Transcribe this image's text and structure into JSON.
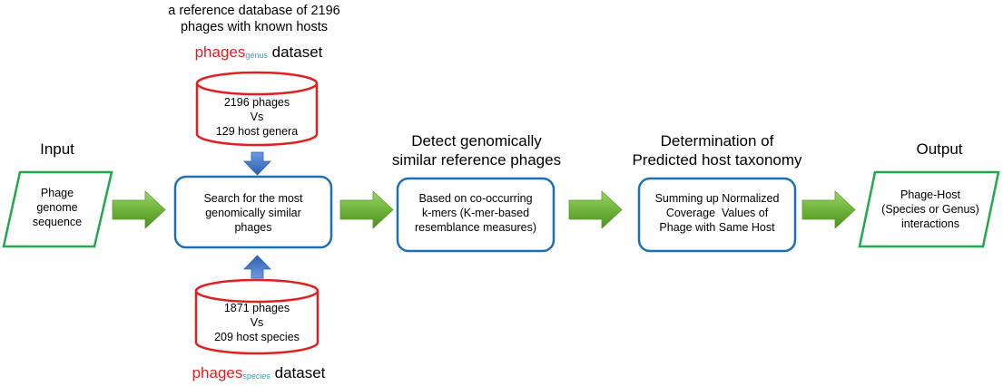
{
  "reference_note": {
    "line1": "a reference database of 2196",
    "line2": "phages with known hosts"
  },
  "genus_dataset": {
    "name": "phages",
    "subscript": "genus",
    "suffix": " dataset",
    "line1": "2196 phages",
    "line2": "Vs",
    "line3": "129 host genera"
  },
  "species_dataset": {
    "name": "phages",
    "subscript": "species",
    "suffix": " dataset",
    "line1": "1871 phages",
    "line2": "Vs",
    "line3": "209 host species"
  },
  "input": {
    "heading": "Input",
    "line1": "Phage",
    "line2": "genome",
    "line3": "sequence"
  },
  "search": {
    "line1": "Search for the most",
    "line2": "genomically similar",
    "line3": "phages"
  },
  "detect": {
    "heading1": "Detect genomically",
    "heading2": "similar reference phages",
    "line1": "Based on co-occurring",
    "line2": "k-mers (K-mer-based",
    "line3": "resemblance measures)"
  },
  "determination": {
    "heading1": "Determination of",
    "heading2": "Predicted host taxonomy",
    "line1": "Summing up Normalized",
    "line2": "Coverage  Values of",
    "line3": "Phage with Same Host"
  },
  "output": {
    "heading": "Output",
    "line1": "Phage-Host",
    "line2": "(Species or Genus)",
    "line3": "interactions"
  },
  "colors": {
    "cylinder_stroke": "#e02020",
    "box_stroke": "#1f6fb5",
    "parallelogram_stroke": "#22a84a",
    "flow_arrow": "#6fb33a",
    "db_arrow": "#3e6fbf",
    "subscript": "#22a8c8"
  }
}
